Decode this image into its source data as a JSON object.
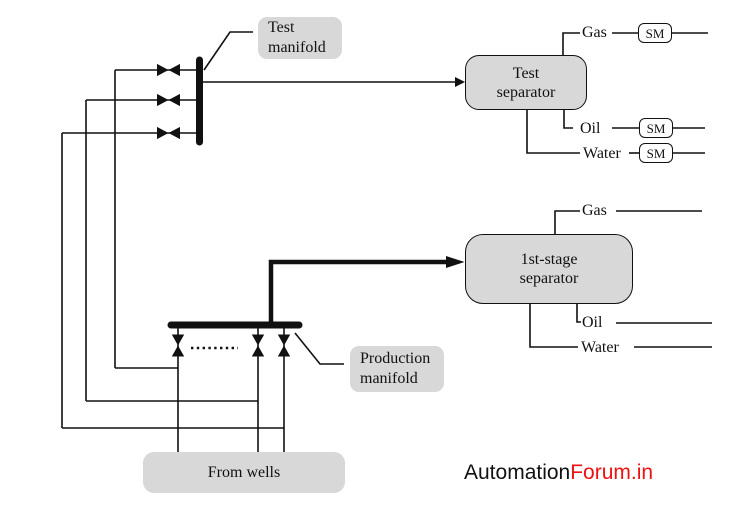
{
  "diagram": {
    "test_manifold_label": {
      "line1": "Test",
      "line2": "manifold"
    },
    "production_manifold_label": {
      "line1": "Production",
      "line2": "manifold"
    },
    "from_wells_label": "From wells",
    "test_separator": {
      "line1": "Test",
      "line2": "separator"
    },
    "first_stage_separator": {
      "line1": "1st-stage",
      "line2": "separator"
    },
    "streams": {
      "gas": "Gas",
      "oil": "Oil",
      "water": "Water"
    },
    "meter_label": "SM"
  },
  "branding": {
    "text_black": "Automation",
    "text_red": "Forum.in"
  },
  "colors": {
    "line": "#111111",
    "box_fill": "#d8d8d8",
    "meter_fill": "#ffffff",
    "brand_red": "#ee1111",
    "background": "#ffffff"
  }
}
